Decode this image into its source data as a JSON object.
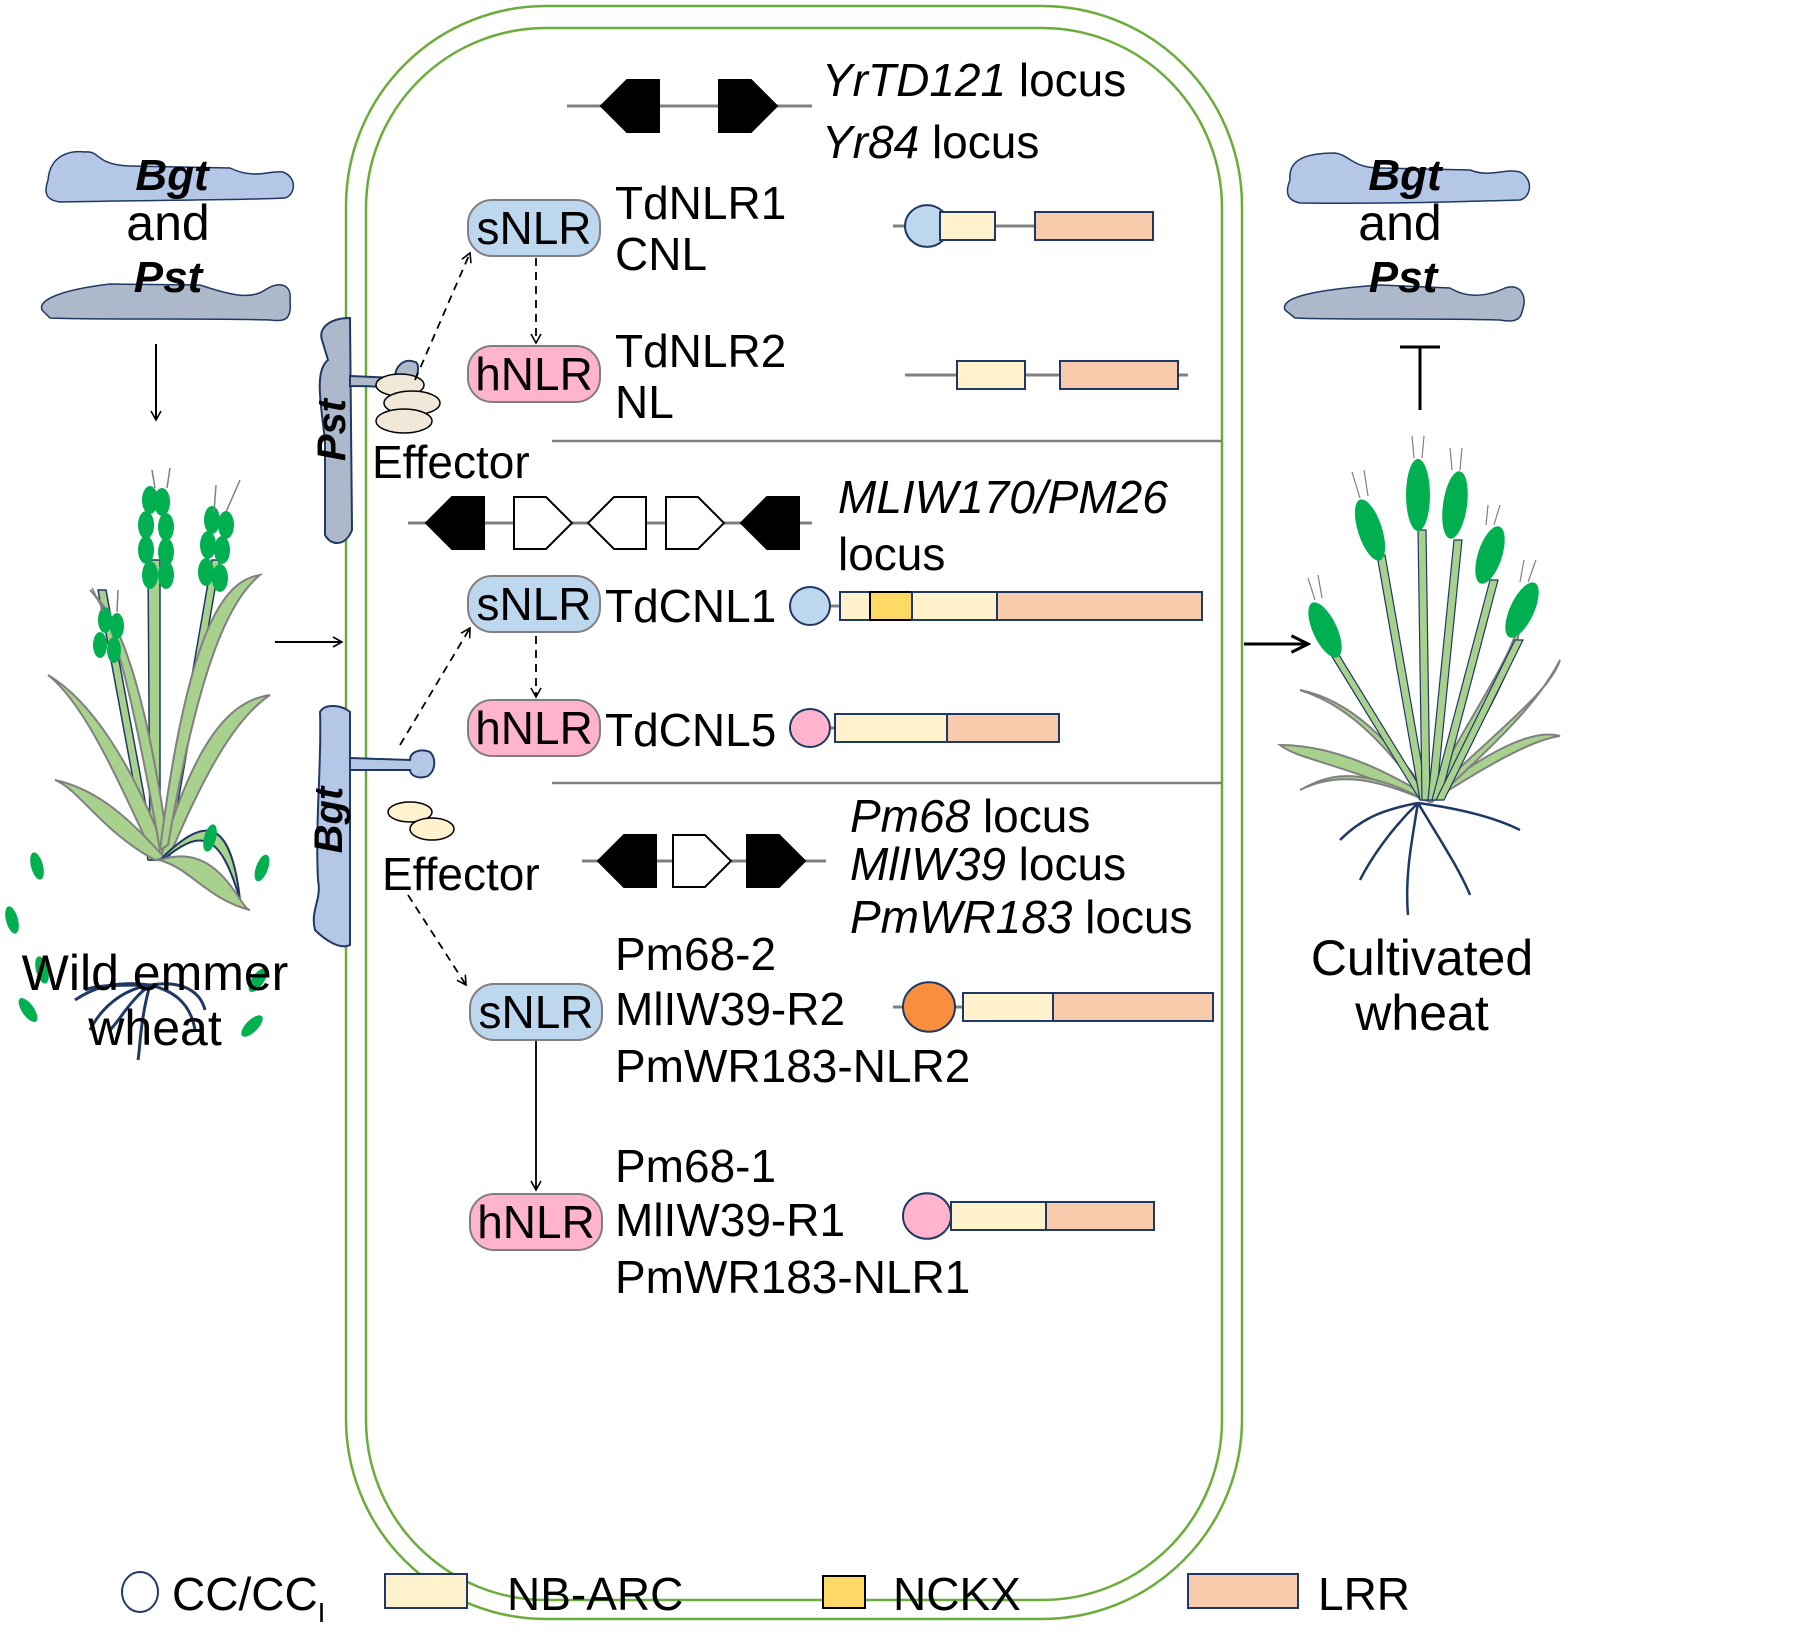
{
  "colors": {
    "cell_wall": "#6aad3a",
    "pathogen_bgt": "#b4c7e7",
    "pathogen_pst": "#adb9ca",
    "pathogen_outline": "#1f3864",
    "snlr_fill": "#bdd7ee",
    "hnlr_fill": "#ffb3cc",
    "cc_sensor": "#bdd7ee",
    "cc_helper": "#ffb3cc",
    "cc_orange": "#f98e3f",
    "nbarc": "#fff2cc",
    "nckx": "#ffd966",
    "lrr": "#f8cbad",
    "domain_outline": "#1f3864",
    "effector": "#f2e8da",
    "effector_bgt": "#fff2cc",
    "leaf": "#a9d18e",
    "spike": "#00b050",
    "root": "#1f3864"
  },
  "left": {
    "pathogen1": "Bgt",
    "conj": "and",
    "pathogen2": "Pst",
    "plant_label_line1": "Wild emmer",
    "plant_label_line2": "wheat"
  },
  "right": {
    "pathogen1": "Bgt",
    "conj": "and",
    "pathogen2": "Pst",
    "plant_label_line1": "Cultivated",
    "plant_label_line2": "wheat"
  },
  "cell": {
    "pst_label": "Pst",
    "bgt_label": "Bgt",
    "effector_label_1": "Effector",
    "effector_label_2": "Effector"
  },
  "sections": [
    {
      "locus_names": [
        {
          "gene": "YrTD121",
          "suffix": " locus"
        },
        {
          "gene": "Yr84",
          "suffix": " locus"
        }
      ],
      "locus_genes": [
        "reverse-filled",
        "forward-filled"
      ],
      "pairs": [
        {
          "role": "sNLR",
          "names": [
            "TdNLR1",
            "CNL"
          ],
          "domains": [
            "cc-sensor",
            "nbarc",
            "lrr"
          ]
        },
        {
          "role": "hNLR",
          "names": [
            "TdNLR2",
            "NL"
          ],
          "domains": [
            "nbarc",
            "lrr"
          ]
        }
      ]
    },
    {
      "locus_names": [
        {
          "gene": "MLIW170/PM26",
          "suffix": ""
        },
        {
          "gene": "",
          "suffix": "locus"
        }
      ],
      "locus_genes": [
        "reverse-filled",
        "forward-open",
        "reverse-open",
        "forward-open",
        "reverse-filled"
      ],
      "pairs": [
        {
          "role": "sNLR",
          "names": [
            "TdCNL1"
          ],
          "domains": [
            "cc-sensor",
            "nbarc",
            "nckx",
            "nbarc",
            "lrr"
          ]
        },
        {
          "role": "hNLR",
          "names": [
            "TdCNL5"
          ],
          "domains": [
            "cc-helper",
            "nbarc",
            "lrr"
          ]
        }
      ]
    },
    {
      "locus_names": [
        {
          "gene": "Pm68",
          "suffix": " locus"
        },
        {
          "gene": "MlIW39",
          "suffix": " locus"
        },
        {
          "gene": "PmWR183",
          "suffix": " locus"
        }
      ],
      "locus_genes": [
        "reverse-filled",
        "forward-open",
        "forward-filled"
      ],
      "pairs": [
        {
          "role": "sNLR",
          "names": [
            "Pm68-2",
            "MlIW39-R2",
            "PmWR183-NLR2"
          ],
          "domains": [
            "cc-orange",
            "nbarc",
            "lrr"
          ]
        },
        {
          "role": "hNLR",
          "names": [
            "Pm68-1",
            "MlIW39-R1",
            "PmWR183-NLR1"
          ],
          "domains": [
            "cc-helper",
            "nbarc",
            "lrr"
          ]
        }
      ]
    }
  ],
  "legend": [
    {
      "symbol": "circle",
      "label": "CC/CC",
      "subscript": "I"
    },
    {
      "symbol": "nbarc",
      "label": "NB-ARC"
    },
    {
      "symbol": "nckx",
      "label": "NCKX"
    },
    {
      "symbol": "lrr",
      "label": "LRR"
    }
  ]
}
